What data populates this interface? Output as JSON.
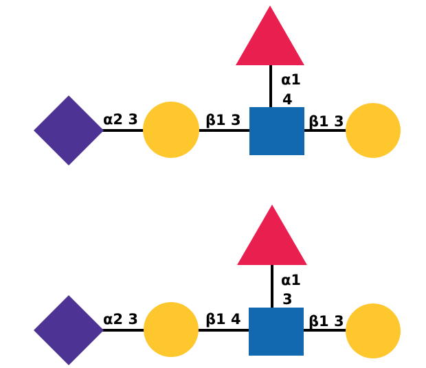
{
  "colors": {
    "purple": "#4D3394",
    "yellow": "#FFC72E",
    "blue": "#1269AF",
    "red": "#E9204F",
    "bond": "#000000",
    "label": "#000000",
    "background": "#FFFFFF"
  },
  "diagrams": [
    {
      "id": "top-glycan",
      "chain": [
        {
          "shape": "diamond",
          "color": "purple"
        },
        {
          "shape": "circle",
          "color": "yellow"
        },
        {
          "shape": "square",
          "color": "blue"
        },
        {
          "shape": "circle",
          "color": "yellow"
        }
      ],
      "branch": {
        "shape": "triangle",
        "color": "red",
        "attached_to": "square"
      },
      "labels": {
        "link1": "α2 3",
        "link2": "β1 3",
        "branch_anomeric": "α1",
        "branch_position": "4",
        "link3": "β1 3"
      }
    },
    {
      "id": "bottom-glycan",
      "chain": [
        {
          "shape": "diamond",
          "color": "purple"
        },
        {
          "shape": "circle",
          "color": "yellow"
        },
        {
          "shape": "square",
          "color": "blue"
        },
        {
          "shape": "circle",
          "color": "yellow"
        }
      ],
      "branch": {
        "shape": "triangle",
        "color": "red",
        "attached_to": "square"
      },
      "labels": {
        "link1": "α2 3",
        "link2": "β1 4",
        "branch_anomeric": "α1",
        "branch_position": "3",
        "link3": "β1 3"
      }
    }
  ]
}
